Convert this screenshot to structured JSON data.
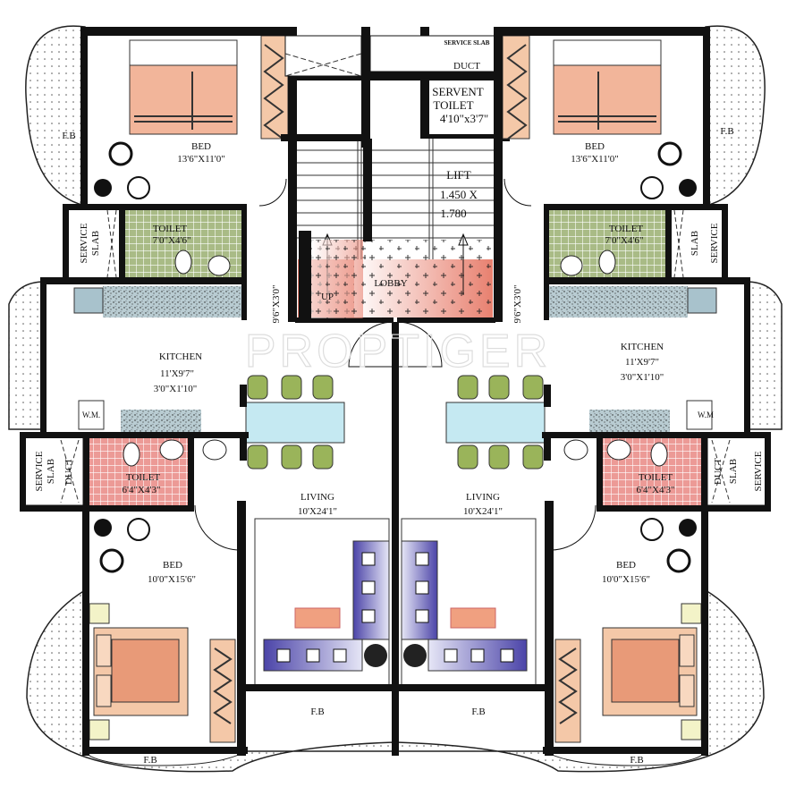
{
  "watermark": "PROPTIGER",
  "colors": {
    "wall": "#111111",
    "bed": "#f2b59a",
    "toilet_green": "#9cb07a",
    "toilet_red": "#e88d8d",
    "lobby": "#e8857a",
    "counter": "#a9bfc6",
    "table": "#bfe6f0",
    "chair": "#9ab45a",
    "sofa": "#6a63b8",
    "wardrobe": "#f4c8a8"
  },
  "core": {
    "service_slab": "SERVICE SLAB",
    "duct": "DUCT",
    "servant_toilet": {
      "name": "SERVENT",
      "name2": "TOILET",
      "size": "4'10\"x3'7\""
    },
    "lift": {
      "name": "LIFT",
      "size1": "1.450  X",
      "size2": "1.780"
    },
    "lobby": "LOBBY",
    "stair_up": "UP",
    "passage_left": "9'6\"X3'0\"",
    "passage_right": "9'6\"X3'0\""
  },
  "left_unit": {
    "fb_top": "F.B",
    "bed_top": {
      "name": "BED",
      "size": "13'6\"X11'0\""
    },
    "toilet_top": {
      "name": "TOILET",
      "size": "7'0\"X4'6\""
    },
    "service_slab_top": {
      "l1": "SERVICE",
      "l2": "SLAB"
    },
    "kitchen": {
      "name": "KITCHEN",
      "size1": "11'X9'7\"",
      "size2": "3'0\"X1'10\""
    },
    "wm": "W.M.",
    "service_slab_low": {
      "l1": "SERVICE",
      "l2": "SLAB"
    },
    "duct": "DUCT",
    "toilet_low": {
      "name": "TOILET",
      "size": "6'4\"X4'3\""
    },
    "living": {
      "name": "LIVING",
      "size": "10'X24'1\""
    },
    "bed_low": {
      "name": "BED",
      "size": "10'0\"X15'6\""
    },
    "fb_living": "F.B",
    "fb_bed": "F.B"
  },
  "right_unit": {
    "fb_top": "F.B",
    "bed_top": {
      "name": "BED",
      "size": "13'6\"X11'0\""
    },
    "toilet_top": {
      "name": "TOILET",
      "size": "7'0\"X4'6\""
    },
    "service_slab_top": {
      "l1": "SLAB",
      "l2": "SERVICE"
    },
    "kitchen": {
      "name": "KITCHEN",
      "size1": "11'X9'7\"",
      "size2": "3'0\"X1'10\""
    },
    "wm": "W.M",
    "service_slab_low": {
      "l1": "SLAB",
      "l2": "SERVICE"
    },
    "duct": "DUCT",
    "toilet_low": {
      "name": "TOILET",
      "size": "6'4\"X4'3\""
    },
    "living": {
      "name": "LIVING",
      "size": "10'X24'1\""
    },
    "bed_low": {
      "name": "BED",
      "size": "10'0\"X15'6\""
    },
    "fb_living": "F.B",
    "fb_bed": "F.B"
  }
}
